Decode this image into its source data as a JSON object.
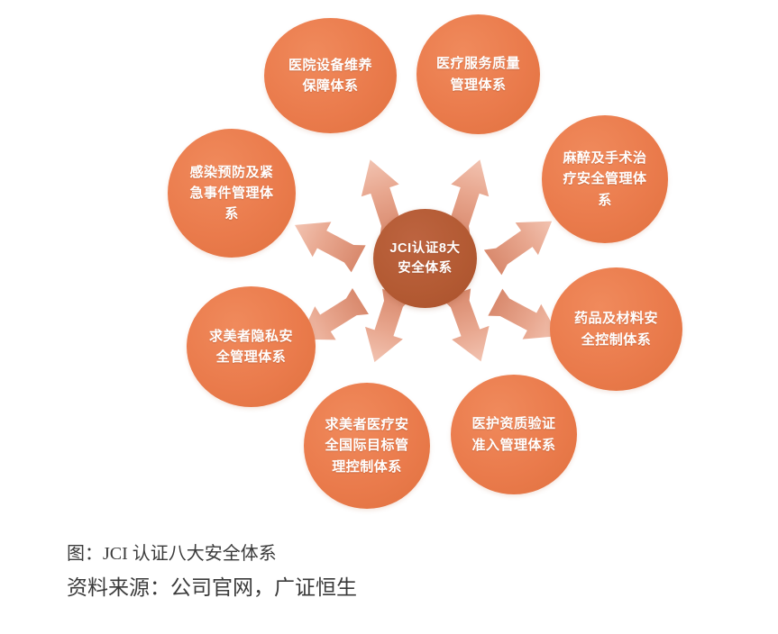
{
  "figure": {
    "title_zh": "JCI认证8大安全体系",
    "center": {
      "line1": "JCI认证8大",
      "line2": "安全体系",
      "color": "#b35a33"
    },
    "petal_color": "#ea7b4c",
    "arrow_color": "#e6a08a",
    "nodes": [
      {
        "id": "hospital-equipment",
        "lines": [
          "医院设备维养",
          "保障体系"
        ],
        "position": "top-left"
      },
      {
        "id": "medical-service-quality",
        "lines": [
          "医疗服务质量",
          "管理体系"
        ],
        "position": "top-right"
      },
      {
        "id": "anesthesia-surgery-safety",
        "lines": [
          "麻醉及手术治",
          "疗安全管理体",
          "系"
        ],
        "position": "right-upper"
      },
      {
        "id": "drug-material-safety",
        "lines": [
          "药品及材料安",
          "全控制体系"
        ],
        "position": "right-lower"
      },
      {
        "id": "staff-qualification",
        "lines": [
          "医护资质验证",
          "准入管理体系"
        ],
        "position": "bottom-right"
      },
      {
        "id": "international-goals",
        "lines": [
          "求美者医疗安",
          "全国际目标管",
          "理控制体系"
        ],
        "position": "bottom-left"
      },
      {
        "id": "client-privacy",
        "lines": [
          "求美者隐私安",
          "全管理体系"
        ],
        "position": "left-lower"
      },
      {
        "id": "infection-emergency",
        "lines": [
          "感染预防及紧",
          "急事件管理体",
          "系"
        ],
        "position": "left-upper"
      }
    ],
    "arrows": [
      {
        "id": "arrow-up-left",
        "angle": -115
      },
      {
        "id": "arrow-up-right",
        "angle": -65
      },
      {
        "id": "arrow-right-up",
        "angle": -25
      },
      {
        "id": "arrow-right-down",
        "angle": 25
      },
      {
        "id": "arrow-down-right",
        "angle": 65
      },
      {
        "id": "arrow-down-left",
        "angle": 115
      },
      {
        "id": "arrow-left-down",
        "angle": 155
      },
      {
        "id": "arrow-left-up",
        "angle": 205
      }
    ]
  },
  "caption": {
    "figure_line": "图：JCI 认证八大安全体系",
    "source_line": "资料来源：公司官网，广证恒生"
  }
}
